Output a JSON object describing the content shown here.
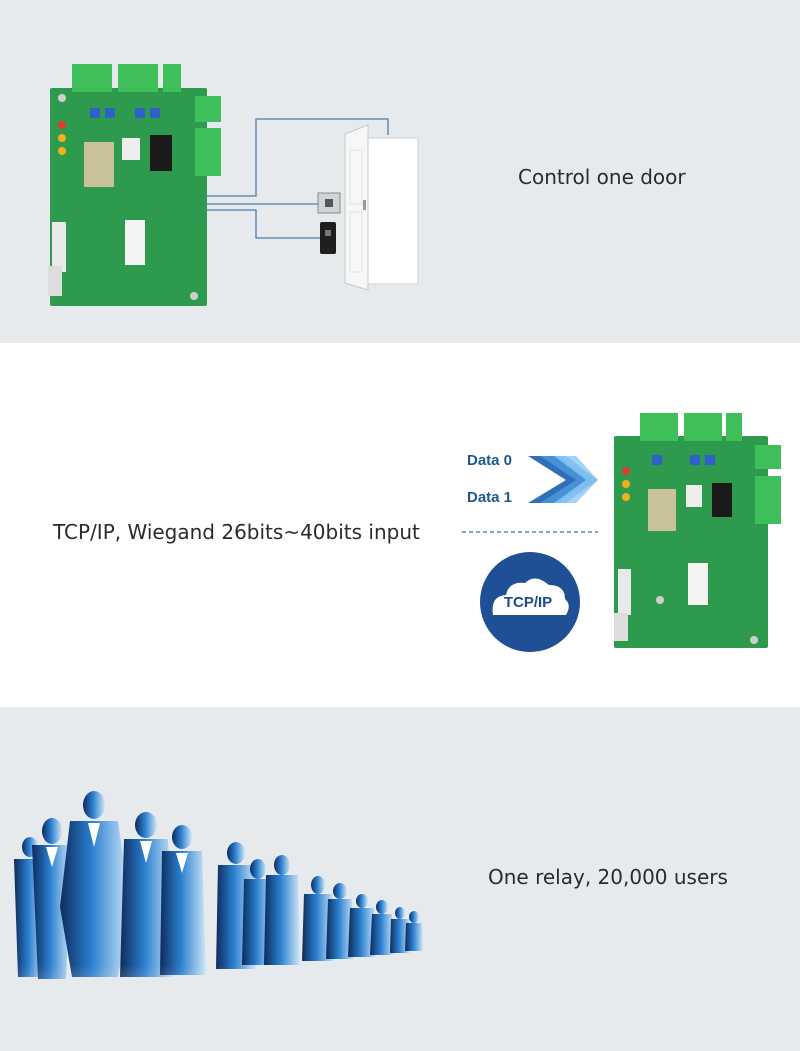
{
  "panels": [
    {
      "caption": "Control one door"
    },
    {
      "caption": "TCP/IP, Wiegand 26bits~40bits input",
      "data0": "Data 0",
      "data1": "Data 1",
      "badge": "TCP/IP"
    },
    {
      "caption": "One relay, 20,000 users"
    }
  ],
  "colors": {
    "panel_gray": "#e7eaed",
    "pcb_green": "#2e9a4e",
    "accent_blue": "#1e5a8e"
  }
}
